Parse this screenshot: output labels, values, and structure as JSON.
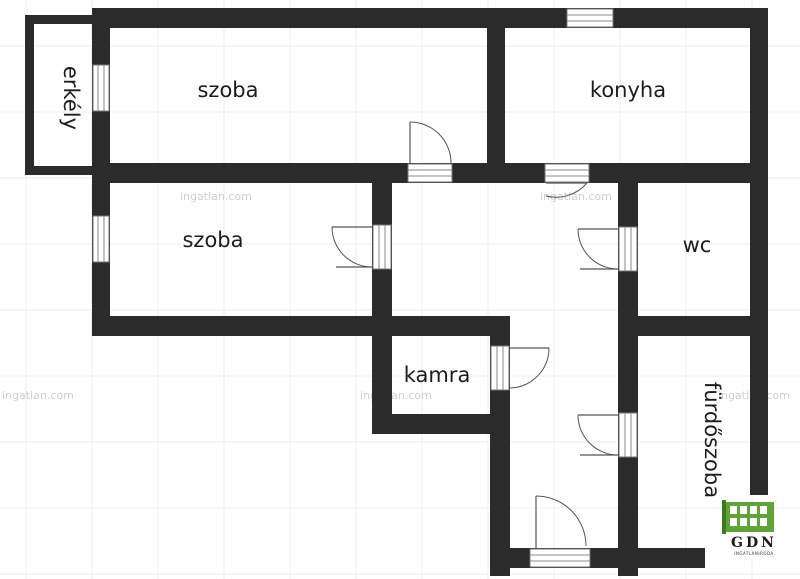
{
  "rooms": {
    "erkely": "erkély",
    "szoba1": "szoba",
    "konyha": "konyha",
    "szoba2": "szoba",
    "wc": "wc",
    "kamra": "kamra",
    "furdoszoba": "fürdőszoba"
  },
  "watermark": "ingatlan.com",
  "logo": {
    "name": "GDN",
    "subtitle": "INGATLANIRODA",
    "icon": "building-icon",
    "colors": {
      "green": "#5fa33a",
      "dark": "#1a1a1a"
    }
  },
  "colors": {
    "wall": "#2b2b2b",
    "grid": "#e9e9e9"
  }
}
